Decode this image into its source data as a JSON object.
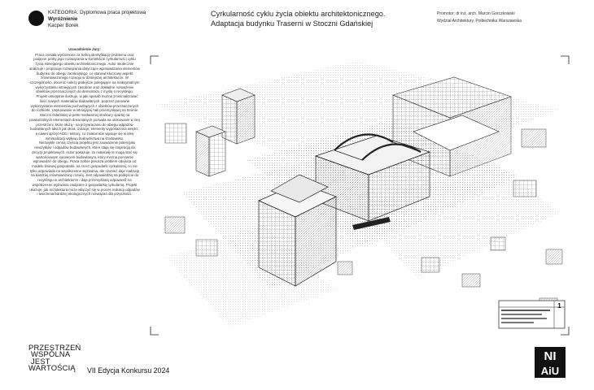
{
  "header": {
    "category_line": "KATEGORIA: Dyplomowa praca projektowa",
    "award": "Wyróżnienie",
    "author": "Kacper Borek",
    "title_line1": "Cyrkularność cyklu życia obiektu architektonicznego.",
    "title_line2": "Adaptacja budynku Traserni w Stoczni Gdańskiej",
    "promoter": "Promotor: dr inż. arch. Marcin Gorczkowski",
    "faculty": "Wydział Architektury, Politechnika Warszawska"
  },
  "jury": {
    "title": "Uzasadnienie Jury:",
    "paragraphs": [
      "Praca została wyróżniona za trafną identyfikację problemu oraz podjęcie próby jego rozwiązania w kontekście cyrkularności cyklu życia istniejącego obiektu architektonicznego. Autor skutecznie analizuje i proponuje rozwiązania dotyczące wprowadzania elementów budynku do obiegu zamkniętego, co stanowi kluczowy aspekt zrównoważonego rozwoju w dzisiejszej architekturze. W szczególności, docenić należy podejście polegające na maksymalnym wykorzystaniu istniejących zasobów oraz dokładne rozważenie obiektów przeznaczonych do demontażu z myślą o recyklingu.",
      "Projekt umiejętnie ilustruje, w jaki sposób można zminimalizować ilość nowych materiałów budowlanych, poprzez ponowne wykorzystanie elementów pochodzących z obiektów przeznaczonych do rozbiórki. Usytuowanie w istniejącej hali przemysłowej na terenie Stoczni Gdańskiej w pełni modularnej struktury opartej na powtarzalnych elementach drewnianych pozwala na ulokowanie w niej przestrzeni, które służą - na przywracaniu do obiegu odpadów budowlanych takich jak okna, izolacje, elementy wyposażenia wnętrz, a nawet sprzęt AGD i tektury, co znakomicie wpisuje się w ideę minimalizacji wpływu budownictwa na środowisko.",
      "Niezwykle cenną częścią projektu jest zauważenie potencjału nieużytków i odpadów budowlanych, które stają się inspiracją do decyzji projektowych. Autor pokazuje, że materiały te mogą stać się wartościowym surowcem budowlanym, który można ponownie wprowadzić do obiegu. Praca trafnie porusza problem odejścia od modelu liniowej gospodarki, na rzecz gospodarki cyrkularnej, co nie tylko odpowiada na współczesne wyzwania, ale również daje nadzieję na bardziej zrównoważony rozwój. Jest odpowiedzią na podejście do recyklingu w architekturze i daje przemyślaną odpowiedź na współczesne wyzwania związane z gospodarką cyrkularną. Projekt ukazuje, jak architektura może włączyć się w proces redukcji odpadów i tworzenia bardziej ekologicznych rozwiązań dla przyszłości."
    ]
  },
  "board": {
    "sheet_number": "1"
  },
  "footer": {
    "slogan": [
      "PRZESTRZEŃ",
      "WSPÓLNA",
      "JEST",
      "WARTOŚCIĄ"
    ],
    "edition": "VII Edycja Konkursu 2024",
    "logo": [
      "NI",
      "AiU"
    ]
  },
  "colors": {
    "ink": "#111111",
    "text": "#333333",
    "hatch": "#555555"
  }
}
